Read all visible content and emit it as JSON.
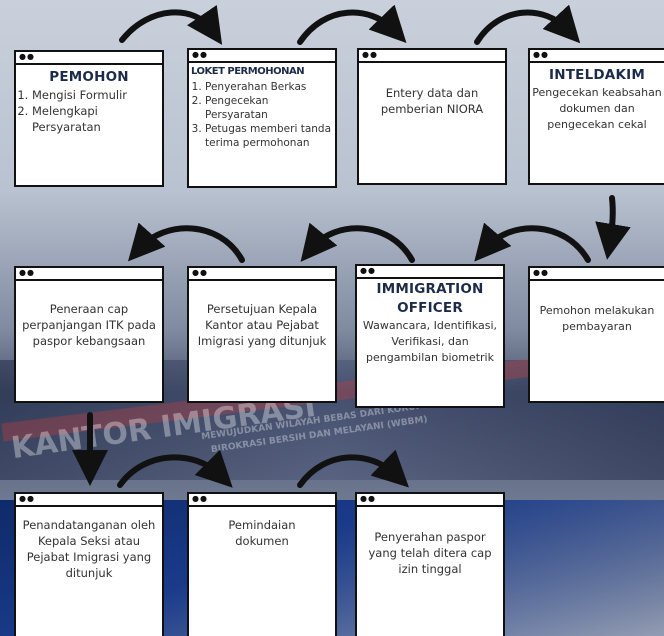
{
  "boxes": {
    "b1": {
      "title": "PEMOHON",
      "items": [
        "Mengisi Formulir",
        "Melengkapi Persyaratan"
      ]
    },
    "b2": {
      "title": "LOKET PERMOHONAN",
      "items": [
        "Penyerahan Berkas",
        "Pengecekan Persyaratan",
        "Petugas memberi tanda terima permohonan"
      ]
    },
    "b3": {
      "text": "Entery data dan pemberian NIORA"
    },
    "b4": {
      "title": "INTELDAKIM",
      "text": "Pengecekan keabsahan dokumen dan pengecekan cekal"
    },
    "b5": {
      "text": "Pemohon melakukan pembayaran"
    },
    "b6": {
      "title": "IMMIGRATION OFFICER",
      "text": "Wawancara, Identifikasi, Verifikasi, dan pengambilan biometrik"
    },
    "b7": {
      "text": "Persetujuan Kepala Kantor atau Pejabat Imigrasi yang ditunjuk"
    },
    "b8": {
      "text": "Peneraan cap perpanjangan ITK pada paspor kebangsaan"
    },
    "b9": {
      "text": "Penandatanganan oleh Kepala Seksi atau Pejabat Imigrasi yang ditunjuk"
    },
    "b10": {
      "text": "Pemindaian dokumen"
    },
    "b11": {
      "text": "Penyerahan paspor yang telah ditera cap izin tinggal"
    }
  },
  "background": {
    "text1": "KANTOR IMIGRASI",
    "text2": "MEWUJUDKAN WILAYAH BEBAS DARI KORUPSI (WBK) DAN",
    "text3": "BIROKRASI BERSIH DAN MELAYANI (WBBM)"
  },
  "colors": {
    "box_border": "#111111",
    "title": "#1c2b4a",
    "text": "#333333",
    "arrow": "#111111"
  }
}
